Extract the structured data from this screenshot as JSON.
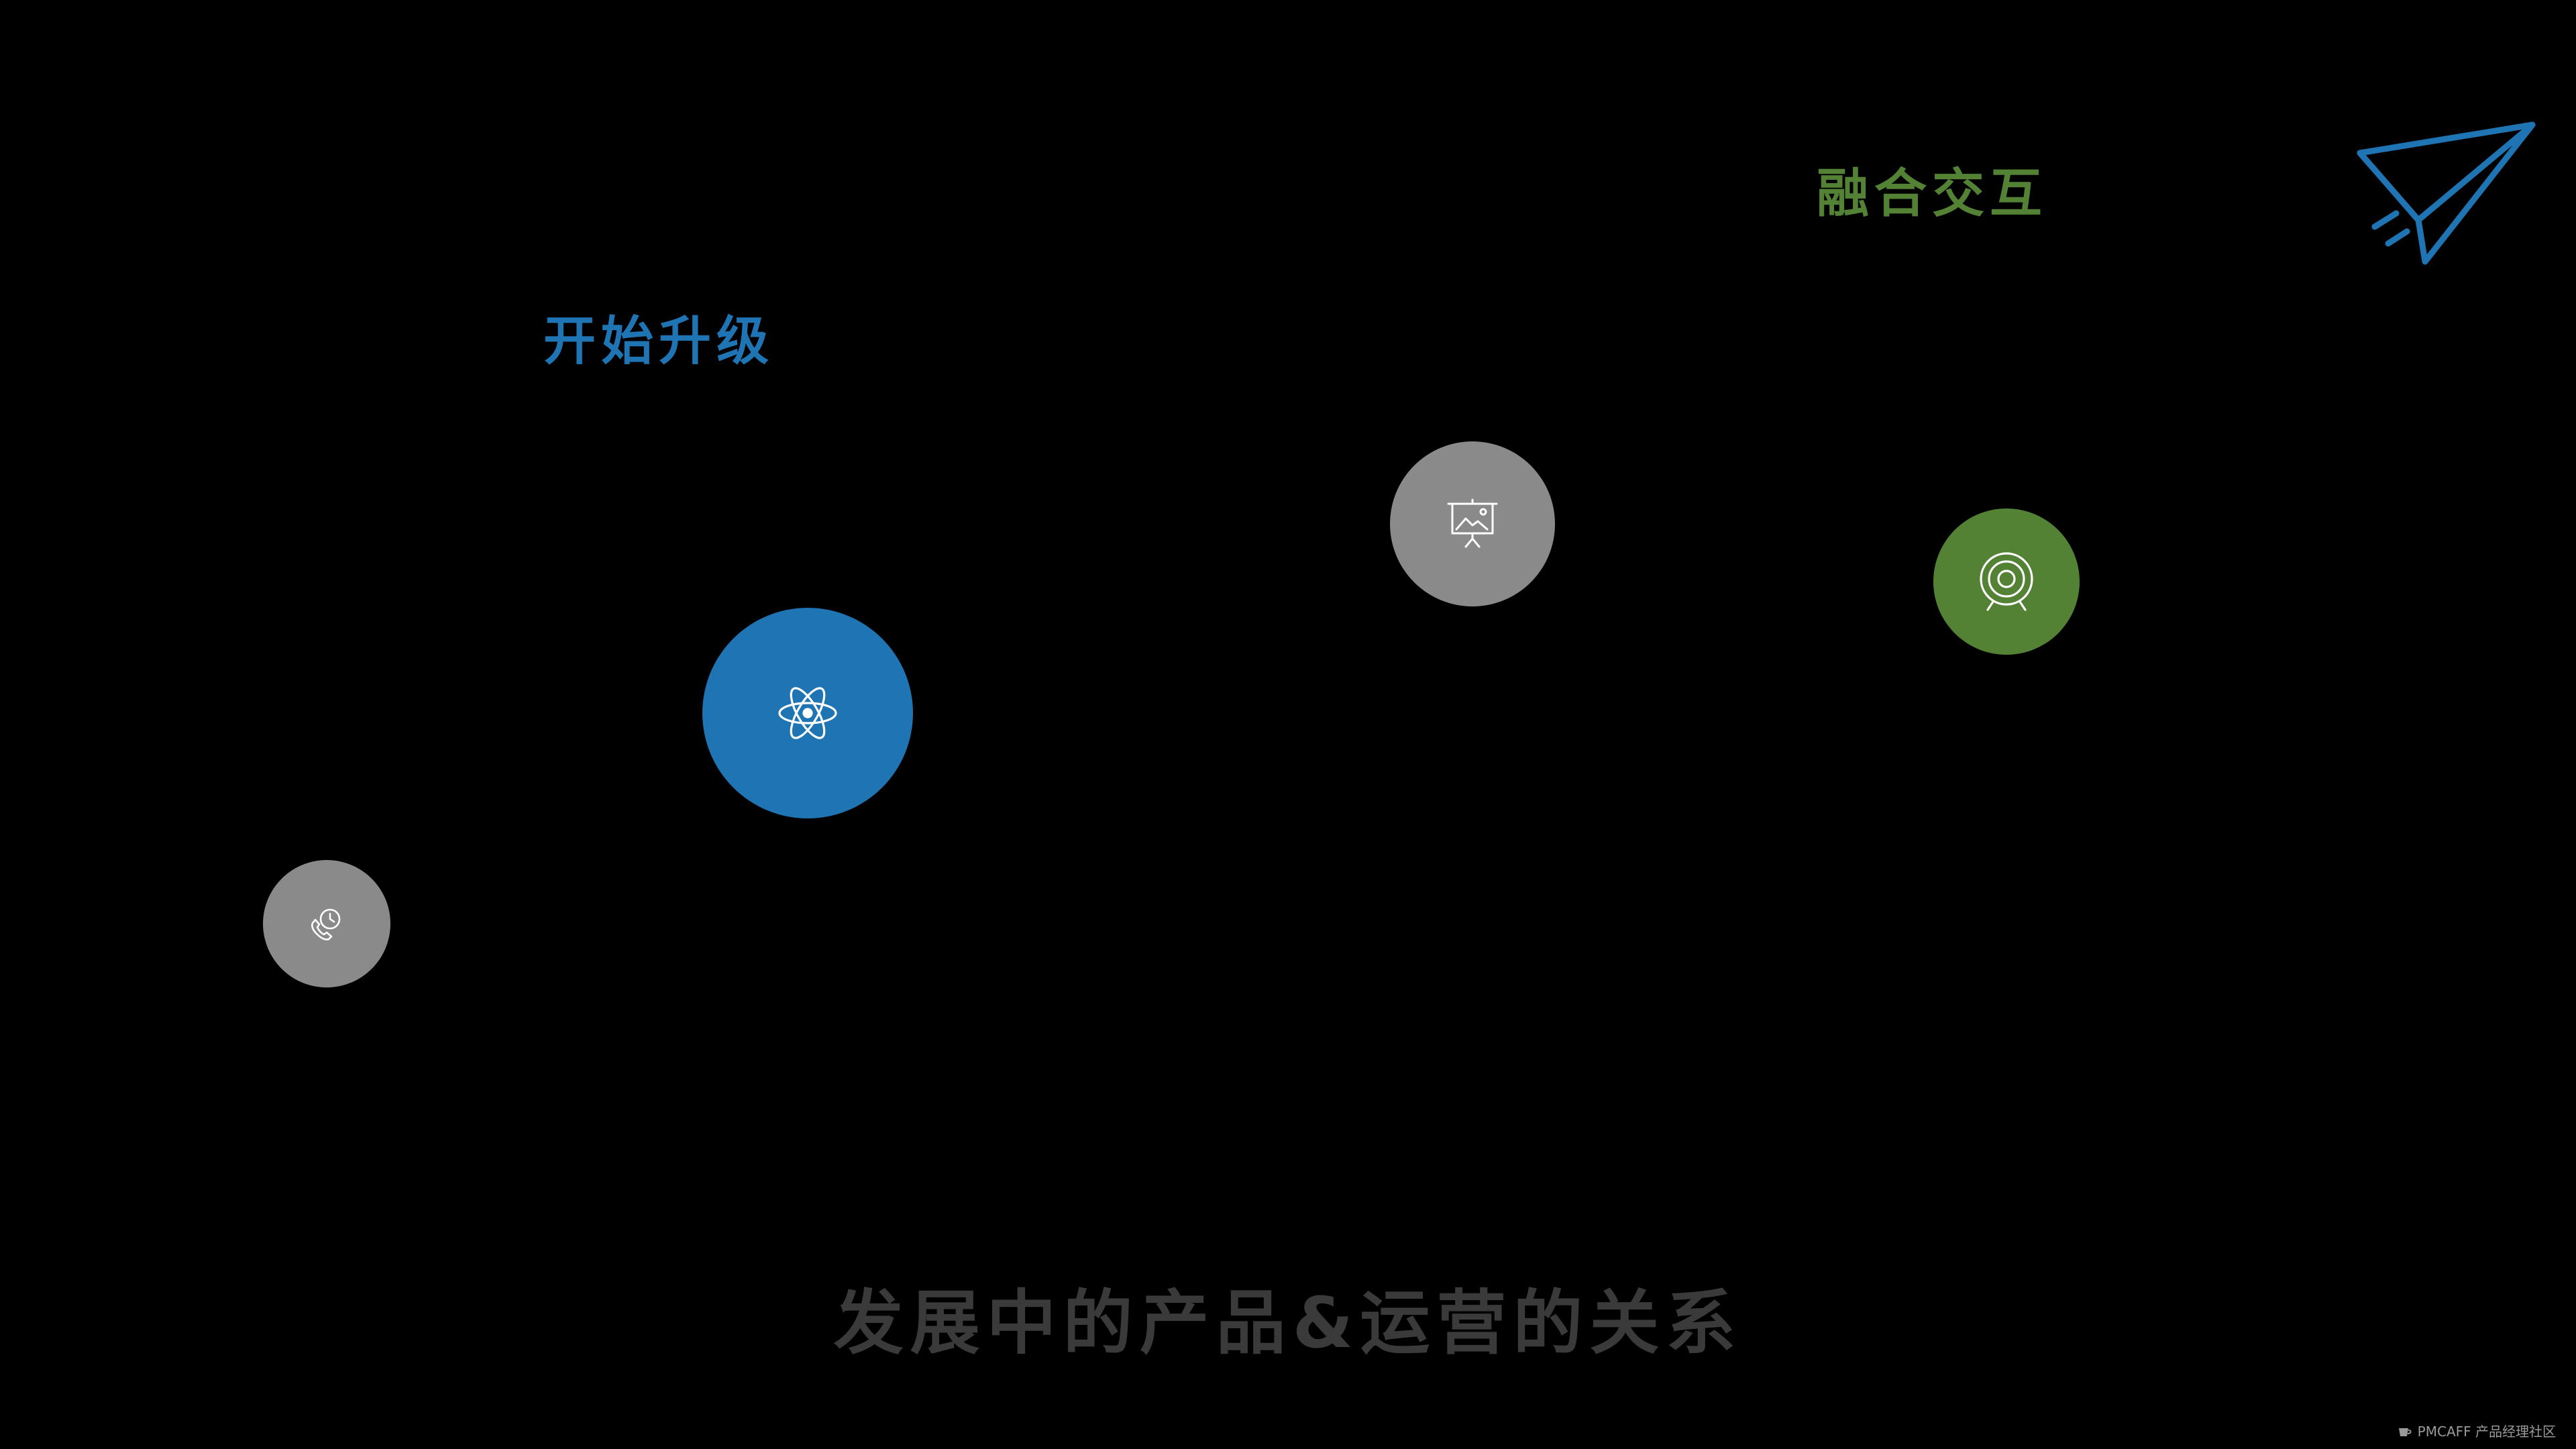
{
  "labels": {
    "upgrade": "开始升级",
    "interact": "融合交互"
  },
  "title": "发展中的产品&运营的关系",
  "watermark": {
    "text": "PMCAFF 产品经理社区"
  },
  "nodes": [
    {
      "icon": "phone-clock-icon",
      "color": "#8a8a8a"
    },
    {
      "icon": "atom-icon",
      "color": "#1f74b4"
    },
    {
      "icon": "presentation-board-icon",
      "color": "#8a8a8a"
    },
    {
      "icon": "target-icon",
      "color": "#548235"
    }
  ],
  "decorations": {
    "plane_icon": "paper-plane-icon"
  },
  "colors": {
    "background": "#000000",
    "blue": "#1f74b4",
    "green": "#548235",
    "gray": "#8a8a8a",
    "title": "#3a3a3a",
    "watermark": "#9a9a9a",
    "icon_stroke": "#ffffff"
  }
}
